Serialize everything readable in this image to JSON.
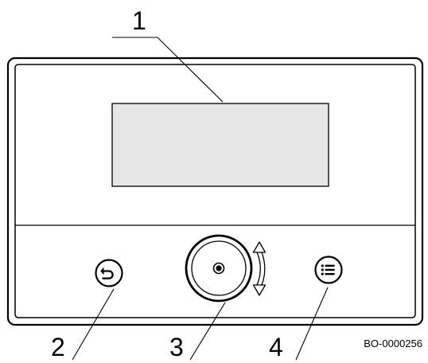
{
  "callouts": {
    "display": "1",
    "back_button": "2",
    "rotary_knob": "3",
    "menu_button": "4"
  },
  "reference_code": "BO-0000256",
  "icons": {
    "back_button": "back-arrow-icon",
    "rotary_knob": "rotary-push-knob-icon",
    "rotation_indicator": "rotate-both-directions-icon",
    "menu_button": "menu-list-icon"
  },
  "colors": {
    "stroke": "#000000",
    "display_fill": "#e6e6e6",
    "background": "#ffffff"
  }
}
